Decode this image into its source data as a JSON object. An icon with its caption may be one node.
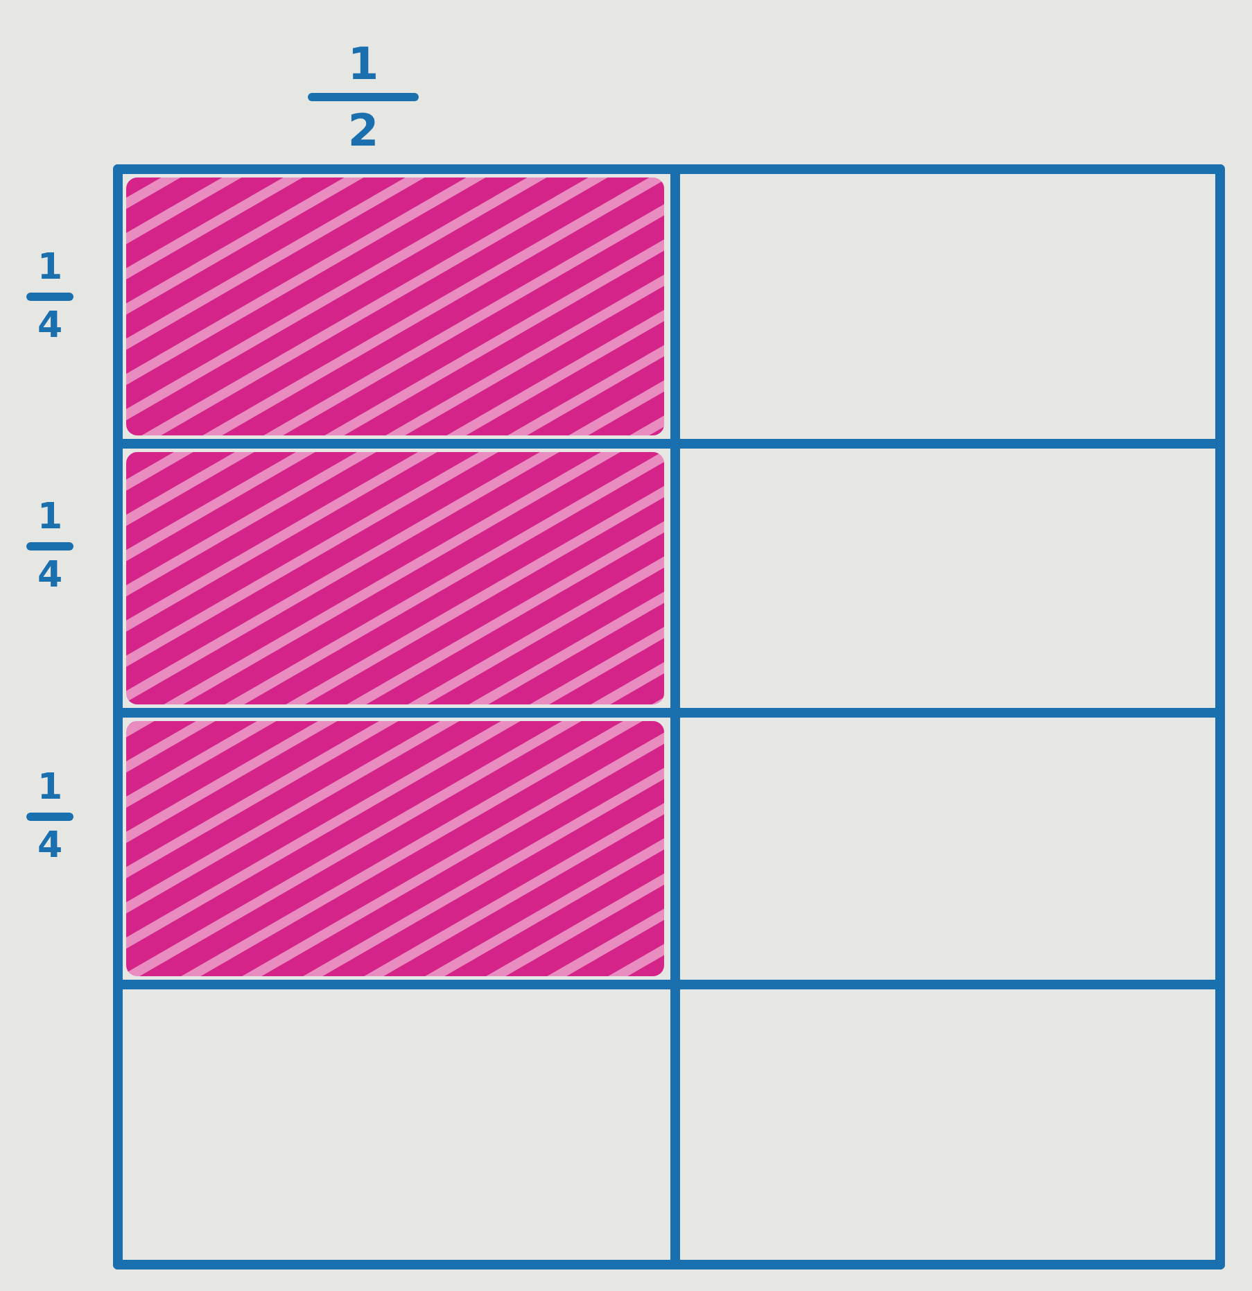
{
  "diagram": {
    "labels": [
      "1",
      "2",
      "1",
      "4",
      "1",
      "4",
      "1",
      "4"
    ]
  }
}
